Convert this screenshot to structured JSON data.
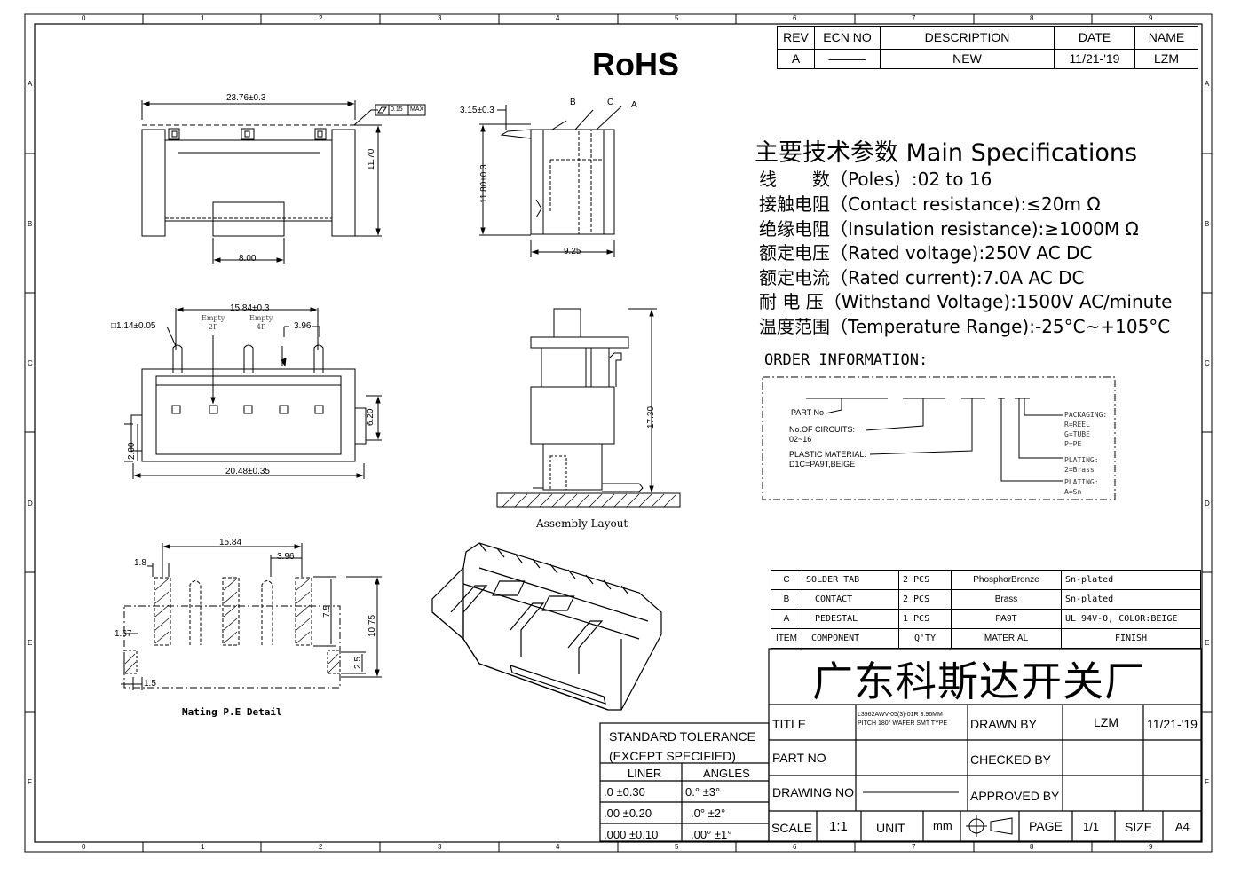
{
  "frame": {
    "col_numbers": [
      "0",
      "1",
      "2",
      "3",
      "4",
      "5",
      "6",
      "7",
      "8",
      "9"
    ],
    "row_letters": [
      "A",
      "B",
      "C",
      "D",
      "E",
      "F"
    ]
  },
  "rohs": "RoHS",
  "revision": {
    "headers": [
      "REV",
      "ECN NO",
      "DESCRIPTION",
      "DATE",
      "NAME"
    ],
    "row": [
      "A",
      "———",
      "NEW",
      "11/21-'19",
      "LZM"
    ]
  },
  "specs": {
    "title_cn": "主要技术参数",
    "title_en": "Main Specifications",
    "lines": [
      {
        "cn": "线　　数",
        "en": "（Poles）:02 to 16"
      },
      {
        "cn": "接触电阻",
        "en": "（Contact resistance):≤20m Ω"
      },
      {
        "cn": "绝缘电阻",
        "en": "（Insulation resistance):≥1000M Ω"
      },
      {
        "cn": "额定电压",
        "en": "（Rated voltage):250V AC DC"
      },
      {
        "cn": "额定电流",
        "en": "（Rated current):7.0A AC DC"
      },
      {
        "cn": "耐 电 压",
        "en": "（Withstand Voltage):1500V AC/minute"
      },
      {
        "cn": "温度范围",
        "en": "（Temperature Range):-25°C~+105°C"
      }
    ]
  },
  "order": {
    "title": "ORDER  INFORMATION:",
    "part_no": "PART No",
    "circuits": [
      "No.OF CIRCUITS:",
      "02~16"
    ],
    "plastic": [
      "PLASTIC MATERIAL:",
      "D1C=PA9T,BEIGE"
    ],
    "packaging": [
      "PACKAGING:",
      "R=REEL",
      "G=TUBE",
      "P=PE"
    ],
    "plating1": [
      "PLATING:",
      "2=Brass"
    ],
    "plating2": [
      "PLATING:",
      "A=Sn"
    ]
  },
  "dims": {
    "top_width": "23.76±0.3",
    "flatness": "0.15",
    "flatness_max": "MAX",
    "top_height": "11.70",
    "top_inner": "8.00",
    "side_top": "3.15±0.3",
    "side_height": "11.80±0.3",
    "side_depth": "9.25",
    "label_a": "A",
    "label_b": "B",
    "label_c": "C",
    "mid_pitch_total": "15.84±0.3",
    "empty1": [
      "Empty",
      "2P"
    ],
    "empty2": [
      "Empty",
      "4P"
    ],
    "pitch": "3.96",
    "pin_sq": "1.14±0.05",
    "mid_height": "6.20",
    "mid_small": "2.00",
    "mid_width": "20.48±0.35",
    "assembly_height": "17.30",
    "assembly_label": "Assembly Layout",
    "pcb_total": "15.84",
    "pcb_pitch": "3.96",
    "pcb_18": "1.8",
    "pcb_167": "1.67",
    "pcb_15": "1.5",
    "pcb_75": "7.5",
    "pcb_1075": "10.75",
    "pcb_25": "2.5",
    "pcb_label": "Mating P.E Detail"
  },
  "bom": {
    "rows": [
      [
        "C",
        "SOLDER TAB",
        "2 PCS",
        "PhosphorBronze",
        "Sn-plated"
      ],
      [
        "B",
        "CONTACT",
        "2 PCS",
        "Brass",
        "Sn-plated"
      ],
      [
        "A",
        "PEDESTAL",
        "1 PCS",
        "PA9T",
        "UL 94V-0, COLOR:BEIGE"
      ],
      [
        "ITEM",
        "COMPONENT",
        "Q'TY",
        "MATERIAL",
        "FINISH"
      ]
    ]
  },
  "company": "广东科斯达开关厂",
  "title_block": {
    "title_label": "TITLE",
    "title_value": [
      "L3962AWV-05(3)-01R 3.96MM",
      "PITCH 180° WAFER SMT TYPE"
    ],
    "drawn_by_label": "DRAWN BY",
    "drawn_by": "LZM",
    "drawn_date": "11/21-'19",
    "part_no_label": "PART NO",
    "checked_by_label": "CHECKED BY",
    "drawing_no_label": "DRAWING NO",
    "approved_by_label": "APPROVED BY",
    "scale_label": "SCALE",
    "scale": "1:1",
    "unit_label": "UNIT",
    "unit": "mm",
    "page_label": "PAGE",
    "page": "1/1",
    "size_label": "SIZE",
    "size": "A4"
  },
  "tolerance": {
    "title": [
      "STANDARD TOLERANCE",
      "(EXCEPT  SPECIFIED)"
    ],
    "liner_label": "LINER",
    "angles_label": "ANGLES",
    "rows": [
      [
        ".0  ±0.30",
        "0.°  ±3°"
      ],
      [
        ".00  ±0.20",
        ".0°  ±2°"
      ],
      [
        ".000 ±0.10",
        ".00° ±1°"
      ]
    ]
  }
}
